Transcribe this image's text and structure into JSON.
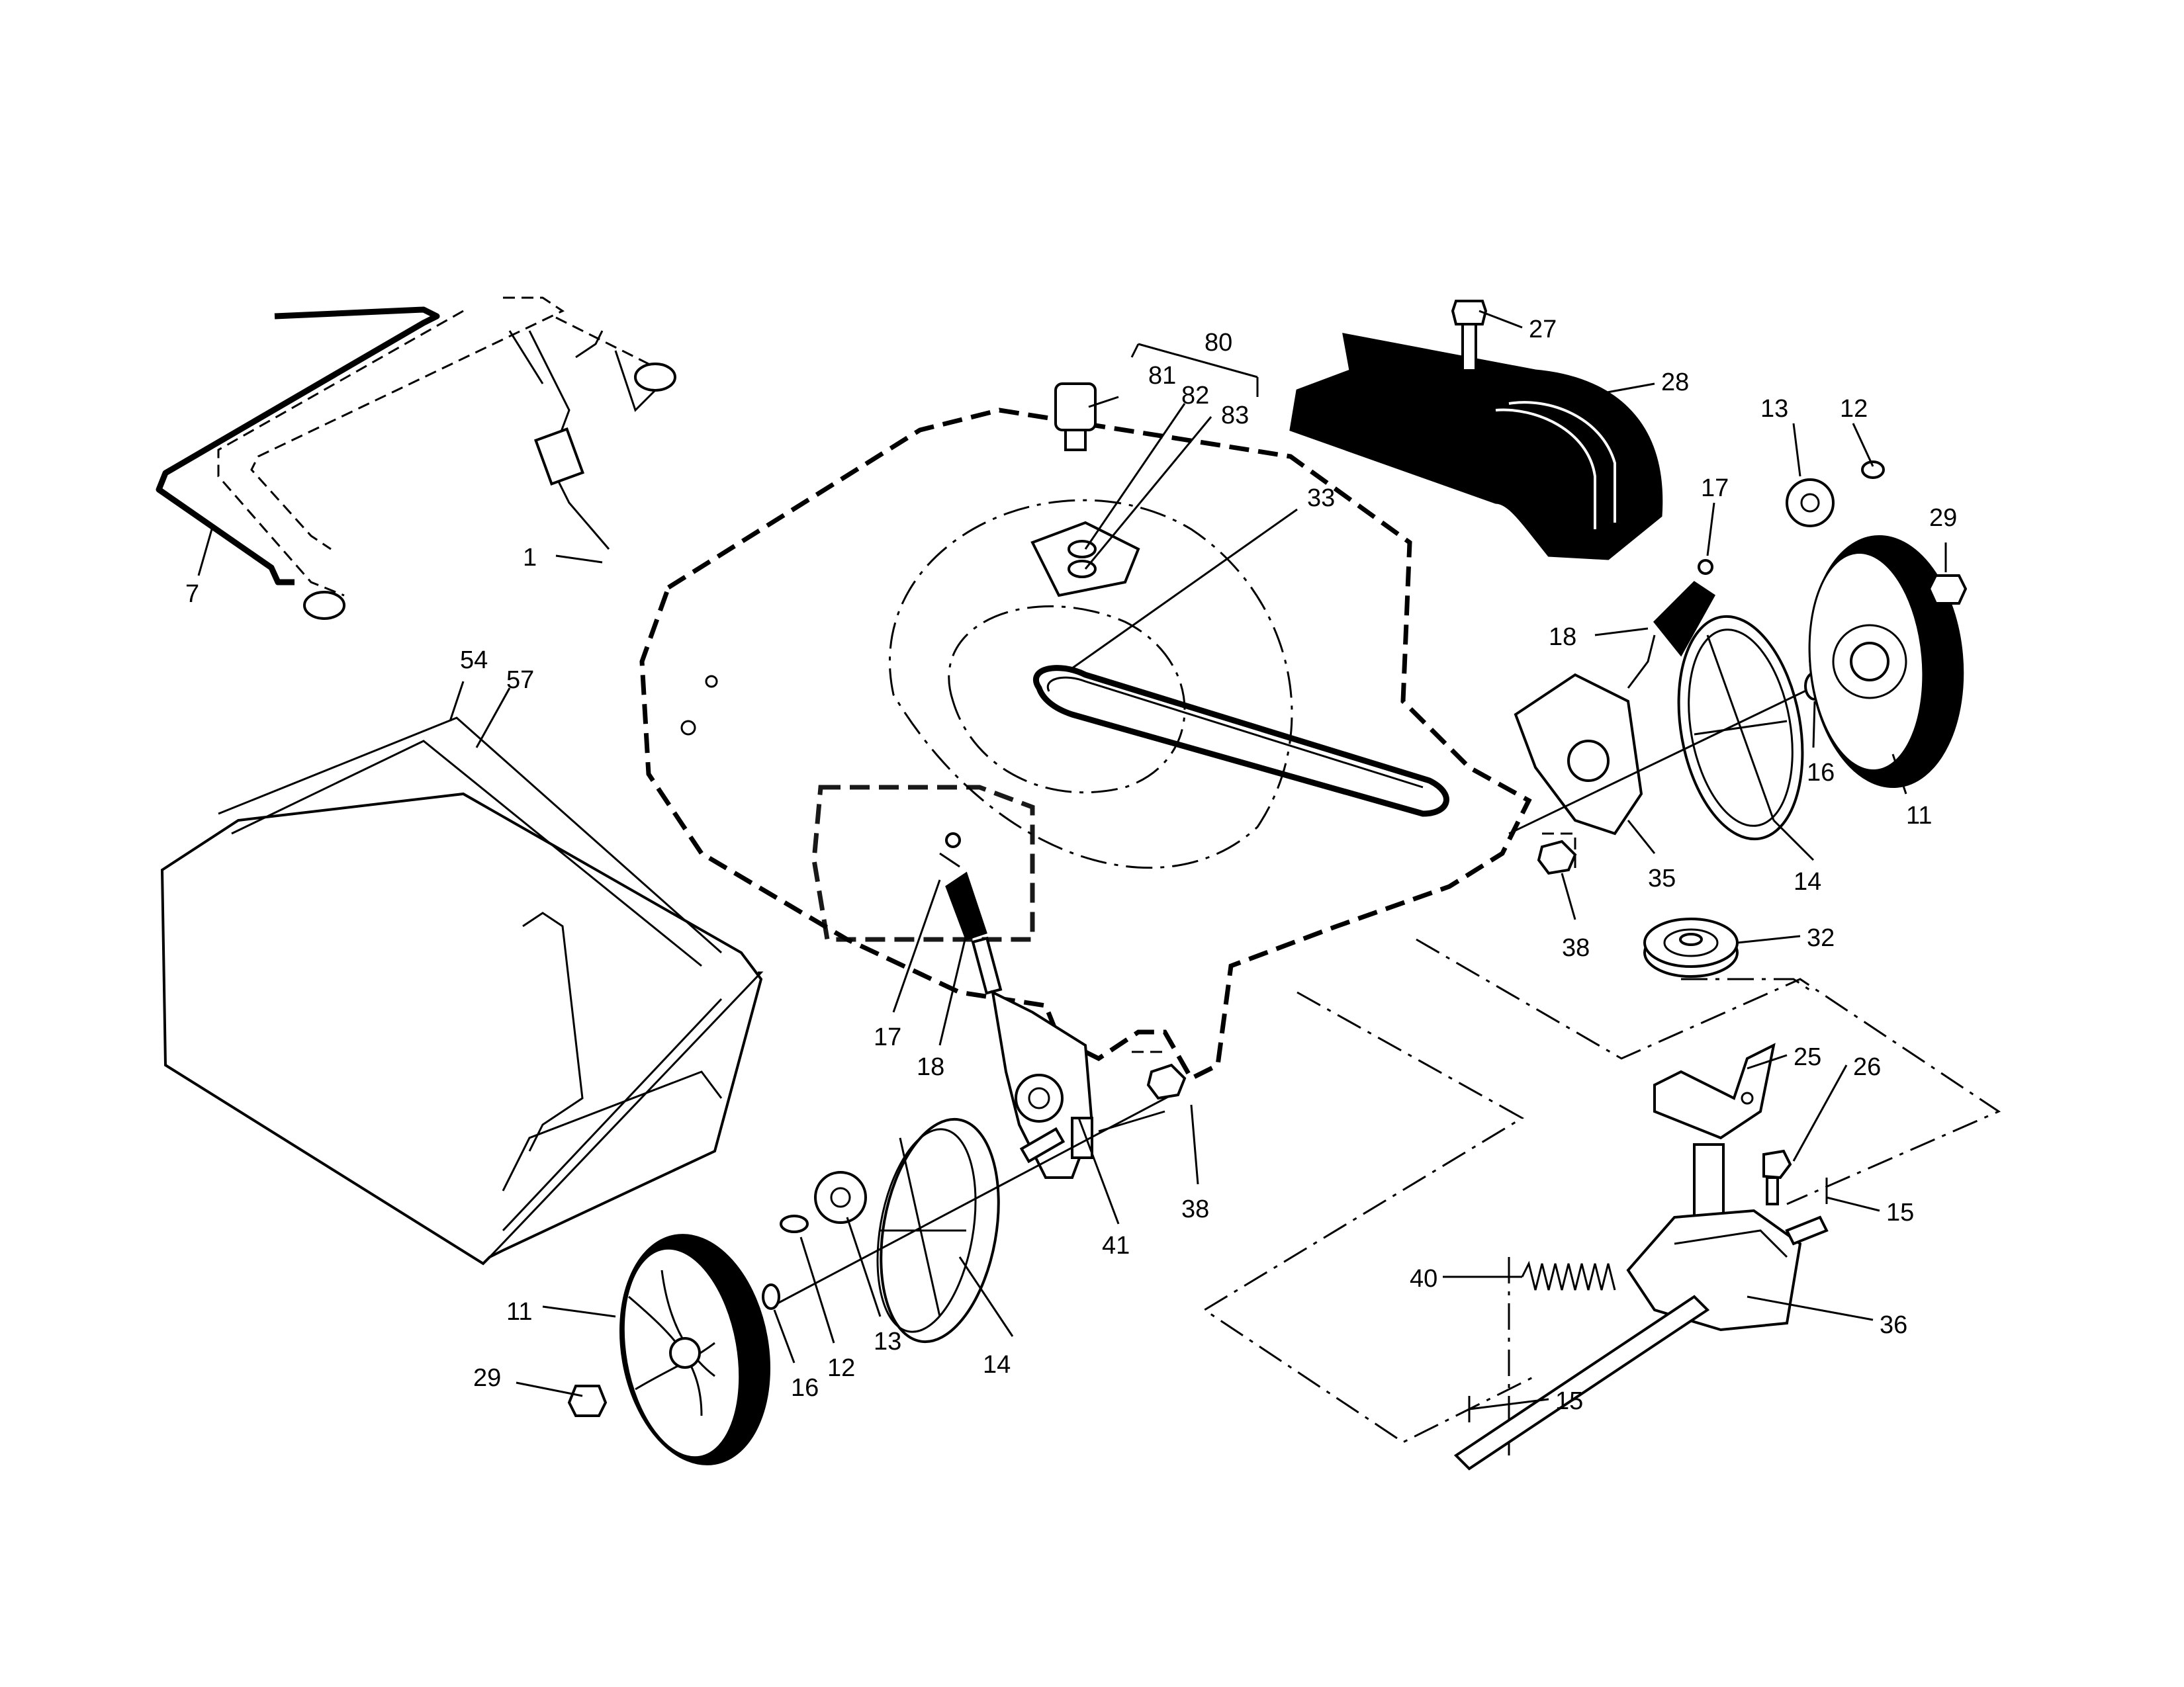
{
  "diagram": {
    "callouts": [
      {
        "id": "c1",
        "text": "1"
      },
      {
        "id": "c7",
        "text": "7"
      },
      {
        "id": "c11a",
        "text": "11"
      },
      {
        "id": "c11b",
        "text": "11"
      },
      {
        "id": "c12a",
        "text": "12"
      },
      {
        "id": "c12b",
        "text": "12"
      },
      {
        "id": "c13a",
        "text": "13"
      },
      {
        "id": "c13b",
        "text": "13"
      },
      {
        "id": "c14a",
        "text": "14"
      },
      {
        "id": "c14b",
        "text": "14"
      },
      {
        "id": "c15a",
        "text": "15"
      },
      {
        "id": "c15b",
        "text": "15"
      },
      {
        "id": "c16a",
        "text": "16"
      },
      {
        "id": "c16b",
        "text": "16"
      },
      {
        "id": "c17a",
        "text": "17"
      },
      {
        "id": "c17b",
        "text": "17"
      },
      {
        "id": "c18a",
        "text": "18"
      },
      {
        "id": "c18b",
        "text": "18"
      },
      {
        "id": "c25",
        "text": "25"
      },
      {
        "id": "c26",
        "text": "26"
      },
      {
        "id": "c27",
        "text": "27"
      },
      {
        "id": "c28",
        "text": "28"
      },
      {
        "id": "c29a",
        "text": "29"
      },
      {
        "id": "c29b",
        "text": "29"
      },
      {
        "id": "c32",
        "text": "32"
      },
      {
        "id": "c33",
        "text": "33"
      },
      {
        "id": "c35",
        "text": "35"
      },
      {
        "id": "c36",
        "text": "36"
      },
      {
        "id": "c38a",
        "text": "38"
      },
      {
        "id": "c38b",
        "text": "38"
      },
      {
        "id": "c40",
        "text": "40"
      },
      {
        "id": "c41",
        "text": "41"
      },
      {
        "id": "c54",
        "text": "54"
      },
      {
        "id": "c57",
        "text": "57"
      },
      {
        "id": "c80",
        "text": "80"
      },
      {
        "id": "c81",
        "text": "81"
      },
      {
        "id": "c82",
        "text": "82"
      },
      {
        "id": "c83",
        "text": "83"
      }
    ]
  }
}
